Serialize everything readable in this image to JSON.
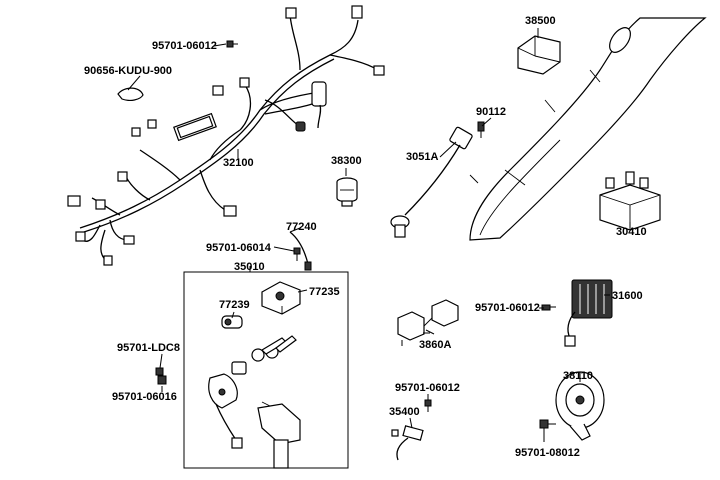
{
  "labels": {
    "p38500": "38500",
    "p95701_06012_a": "95701-06012",
    "p90656": "90656-KUDU-900",
    "p90112": "90112",
    "p3051a": "3051A",
    "p32100": "32100",
    "p38300": "38300",
    "p30410": "30410",
    "p77240": "77240",
    "p95701_06014": "95701-06014",
    "p35010": "35010",
    "p77235": "77235",
    "p77239": "77239",
    "p95701_06012_b": "95701-06012",
    "p31600": "31600",
    "p3860a": "3860A",
    "p95701_ldc8": "95701-LDC8",
    "p95701_06016": "95701-06016",
    "p95701_06012_c": "95701-06012",
    "p38110": "38110",
    "p35400": "35400",
    "p95701_08012": "95701-08012"
  }
}
